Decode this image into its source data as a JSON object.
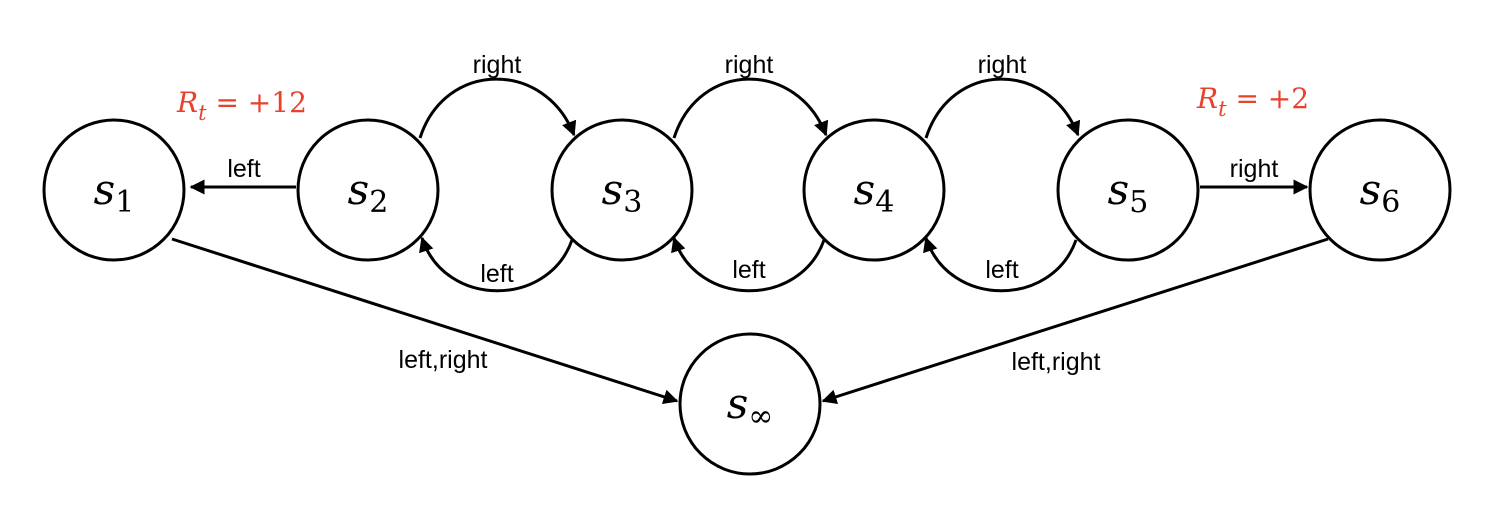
{
  "colors": {
    "reward": "#e8412c",
    "ink": "#000000"
  },
  "nodes": [
    {
      "id": "s1",
      "symbol": "s",
      "subscript": "1"
    },
    {
      "id": "s2",
      "symbol": "s",
      "subscript": "2"
    },
    {
      "id": "s3",
      "symbol": "s",
      "subscript": "3"
    },
    {
      "id": "s4",
      "symbol": "s",
      "subscript": "4"
    },
    {
      "id": "s5",
      "symbol": "s",
      "subscript": "5"
    },
    {
      "id": "s6",
      "symbol": "s",
      "subscript": "6"
    },
    {
      "id": "sinf",
      "symbol": "s",
      "subscript": "∞"
    }
  ],
  "edges": {
    "s2_s1": "left",
    "s2_s3": "right",
    "s3_s2": "left",
    "s3_s4": "right",
    "s4_s3": "left",
    "s4_s5": "right",
    "s5_s4": "left",
    "s5_s6": "right",
    "s1_sinf": "left,right",
    "s6_sinf": "left,right"
  },
  "rewards": {
    "left": {
      "symbol": "R",
      "subscript": "t",
      "text": " = +12"
    },
    "right": {
      "symbol": "R",
      "subscript": "t",
      "text": " = +2"
    }
  }
}
